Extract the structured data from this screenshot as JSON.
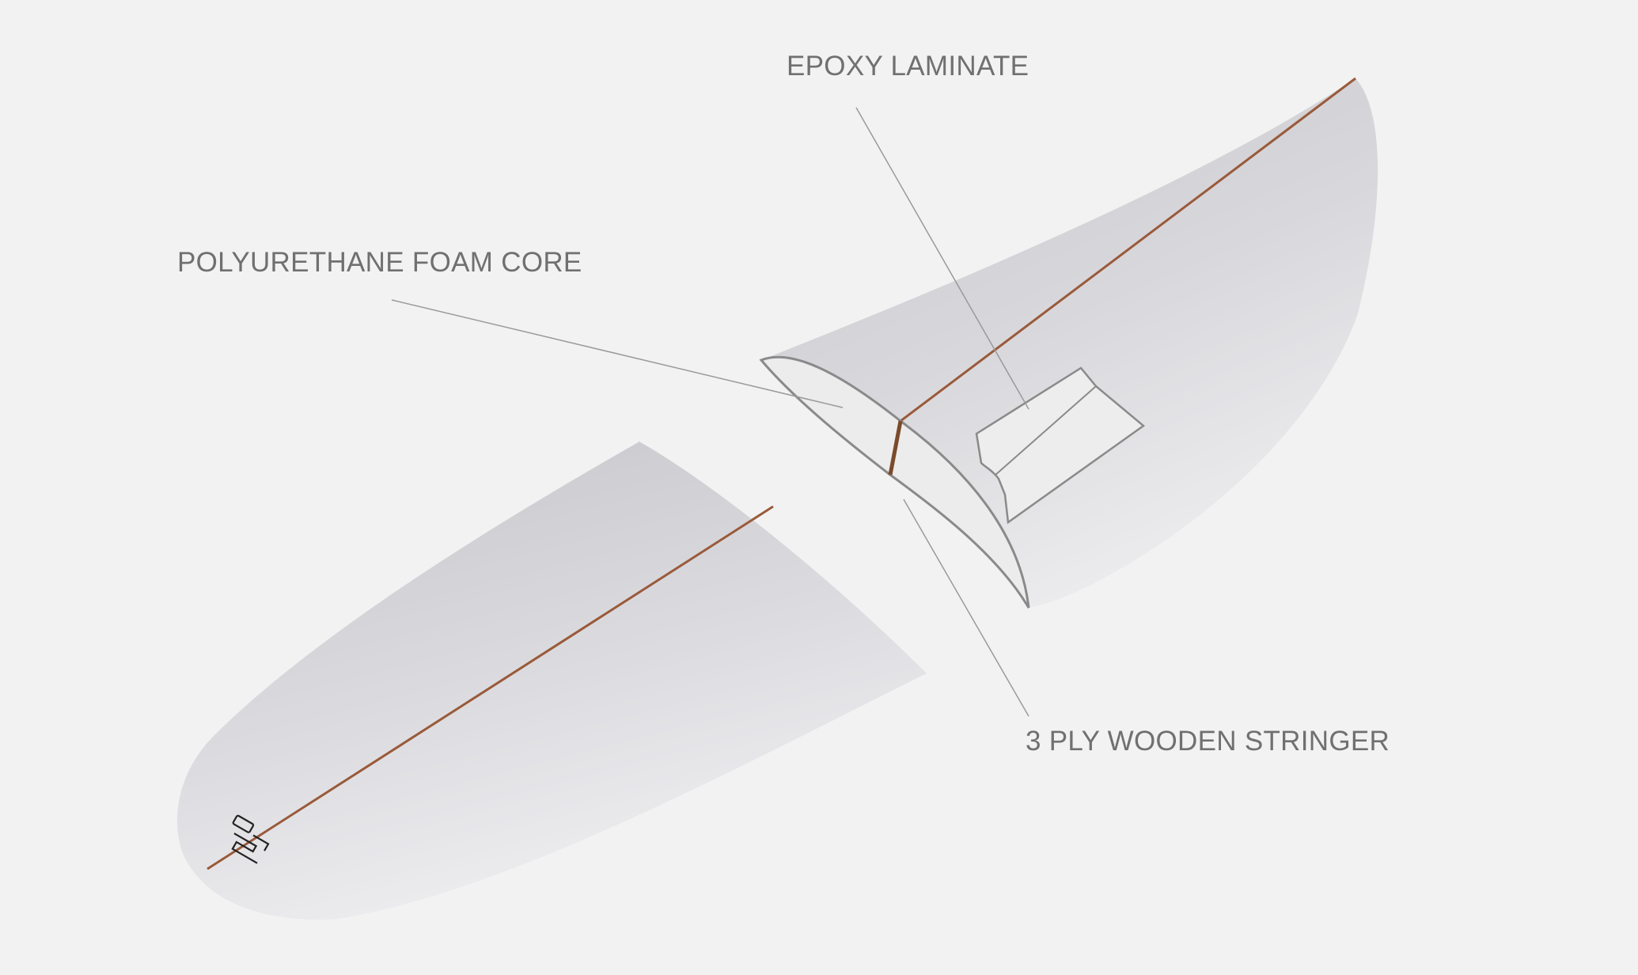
{
  "labels": {
    "epoxy": "EPOXY LAMINATE",
    "foam": "POLYURETHANE FOAM CORE",
    "stringer": "3 PLY WOODEN STRINGER"
  },
  "logo": {
    "text": "HS"
  },
  "colors": {
    "background": "#f2f2f2",
    "board": "#d4d4d8",
    "stringer": "#9a5a3a",
    "label": "#707070",
    "outline": "#8a8a8a"
  }
}
